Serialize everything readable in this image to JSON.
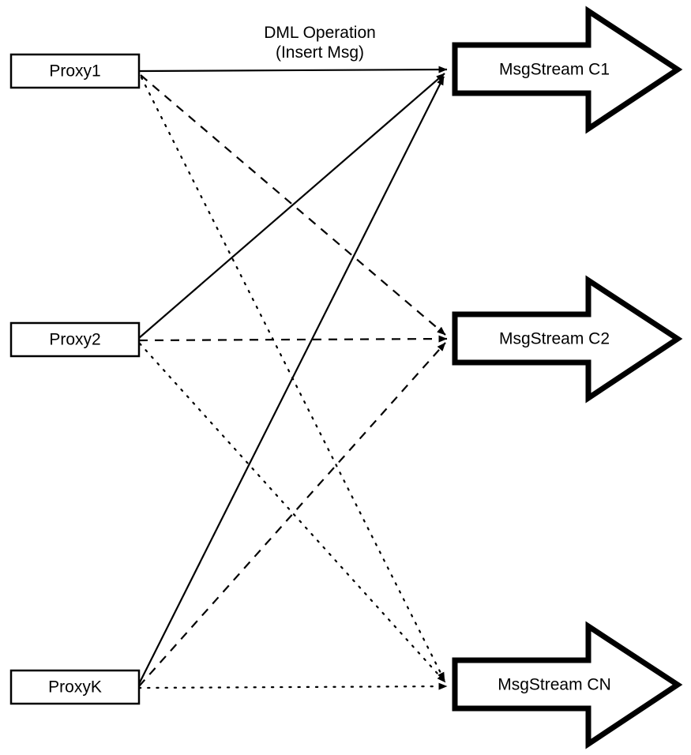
{
  "diagram": {
    "title": "Proxy to MsgStream routing diagram",
    "background_color": "#ffffff",
    "stroke_color": "#000000",
    "annotation": {
      "line1": "DML Operation",
      "line2": "(Insert Msg)"
    },
    "proxies": [
      {
        "id": "proxy1",
        "label": "Proxy1"
      },
      {
        "id": "proxy2",
        "label": "Proxy2"
      },
      {
        "id": "proxyK",
        "label": "ProxyK"
      }
    ],
    "streams": [
      {
        "id": "c1",
        "label": "MsgStream C1",
        "line_style": "solid"
      },
      {
        "id": "c2",
        "label": "MsgStream C2",
        "line_style": "dashed"
      },
      {
        "id": "cn",
        "label": "MsgStream CN",
        "line_style": "dotted"
      }
    ],
    "connections": [
      {
        "from": "Proxy1",
        "to": "MsgStream C1",
        "style": "solid"
      },
      {
        "from": "Proxy1",
        "to": "MsgStream C2",
        "style": "dashed"
      },
      {
        "from": "Proxy1",
        "to": "MsgStream CN",
        "style": "dotted"
      },
      {
        "from": "Proxy2",
        "to": "MsgStream C1",
        "style": "solid"
      },
      {
        "from": "Proxy2",
        "to": "MsgStream C2",
        "style": "dashed"
      },
      {
        "from": "Proxy2",
        "to": "MsgStream CN",
        "style": "dotted"
      },
      {
        "from": "ProxyK",
        "to": "MsgStream C1",
        "style": "solid"
      },
      {
        "from": "ProxyK",
        "to": "MsgStream C2",
        "style": "dashed"
      },
      {
        "from": "ProxyK",
        "to": "MsgStream CN",
        "style": "dotted"
      }
    ]
  }
}
